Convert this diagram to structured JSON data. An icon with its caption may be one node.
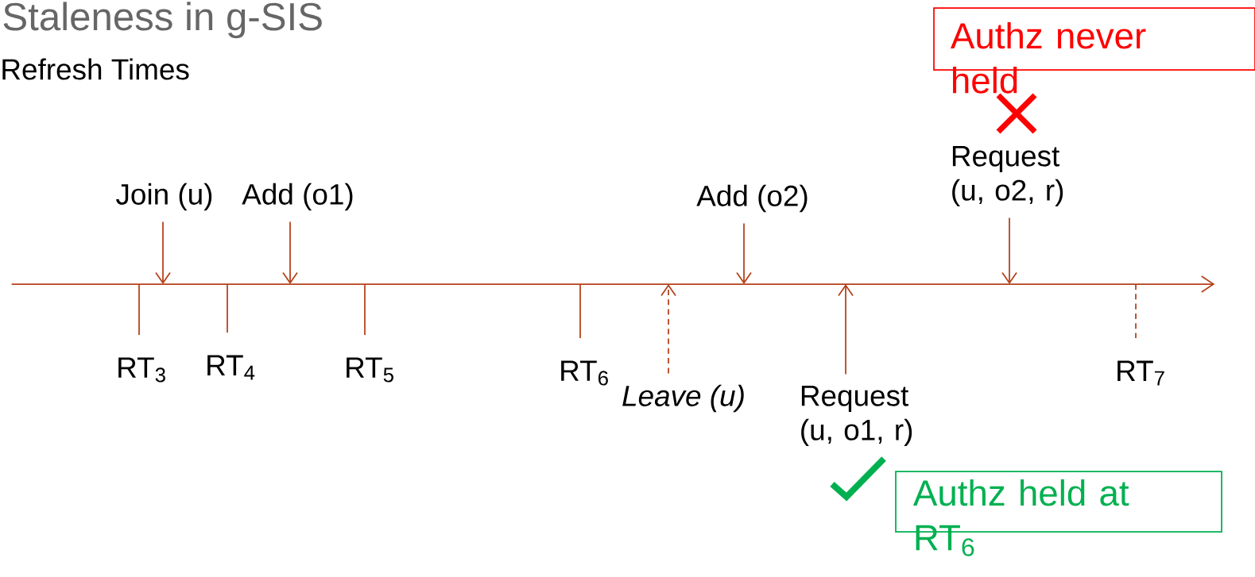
{
  "diagram": {
    "title": "Staleness in g-SIS",
    "nodes": [
      {
        "text": [
          "Join (u)"
        ]
      },
      {
        "text": [
          "Add (o1)"
        ]
      },
      {
        "text": [
          "Add (o2)"
        ]
      },
      {
        "text": [
          "Request (u, o2, r)"
        ]
      },
      {
        "text": [
          "Authz never held"
        ]
      },
      {
        "text": [
          "Leave (u)"
        ]
      },
      {
        "text": [
          "Request (u, o1, r)"
        ]
      },
      {
        "text": [
          "Authz held at RT$_{6}$"
        ]
      },
      {
        "text": [
          "RT$_{3}$"
        ]
      },
      {
        "text": [
          "RT$_{4}$"
        ]
      },
      {
        "text": [
          "RT$_{5}$"
        ]
      },
      {
        "text": [
          "RT$_{6}$"
        ]
      },
      {
        "text": [
          "RT$_{7}$"
        ]
      },
      {
        "text": [],
        "shape": "line"
      }
    ],
    "edges": [
      {
        "from": 0,
        "to": 13,
        "arrow": "to"
      },
      {
        "from": 1,
        "to": 13,
        "arrow": "to"
      },
      {
        "from": 2,
        "to": 13,
        "arrow": "to"
      },
      {
        "from": 3,
        "to": 13,
        "arrow": "to"
      },
      {
        "from": 5,
        "to": 13,
        "arrow": "to",
        "style": "dashed"
      },
      {
        "from": 6,
        "to": 13,
        "arrow": "to"
      },
      {
        "from": 13,
        "to": 8,
        "arrow": "none"
      },
      {
        "from": 13,
        "to": 9,
        "arrow": "none"
      },
      {
        "from": 13,
        "to": 10,
        "arrow": "none"
      },
      {
        "from": 13,
        "to": 11,
        "arrow": "none"
      },
      {
        "from": 13,
        "to": 12,
        "arrow": "none",
        "style": "dashed"
      }
    ],
    "labels": [
      "Refresh Times"
    ]
  }
}
